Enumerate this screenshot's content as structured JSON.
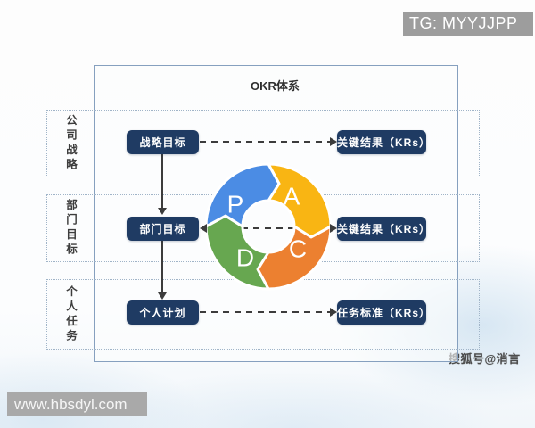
{
  "page": {
    "tg_badge": "TG: MYYJJPP",
    "site_badge": "www.hbsdyl.com",
    "sohu_credit": "搜狐号@消言"
  },
  "diagram": {
    "title": "OKR体系",
    "rows": [
      {
        "side_label": "公司战略",
        "objective": "战略目标",
        "result": "关键结果（KRs）"
      },
      {
        "side_label": "部门目标",
        "objective": "部门目标",
        "result": "关键结果（KRs）"
      },
      {
        "side_label": "个人任务",
        "objective": "个人计划",
        "result": "任务标准（KRs）"
      }
    ],
    "pdca_wheel": {
      "segments": [
        {
          "letter": "P",
          "phase_color": "#4b8ce4"
        },
        {
          "letter": "A",
          "phase_color": "#f9b513"
        },
        {
          "letter": "C",
          "phase_color": "#ec8030"
        },
        {
          "letter": "D",
          "phase_color": "#67a750"
        }
      ]
    },
    "colors": {
      "node_box": "#1f3b63",
      "frame_border": "#86a0bf",
      "row_border": "#a0b4c8",
      "connector": "#3c3c3c",
      "badge_gray": "#9d9d9d"
    }
  }
}
